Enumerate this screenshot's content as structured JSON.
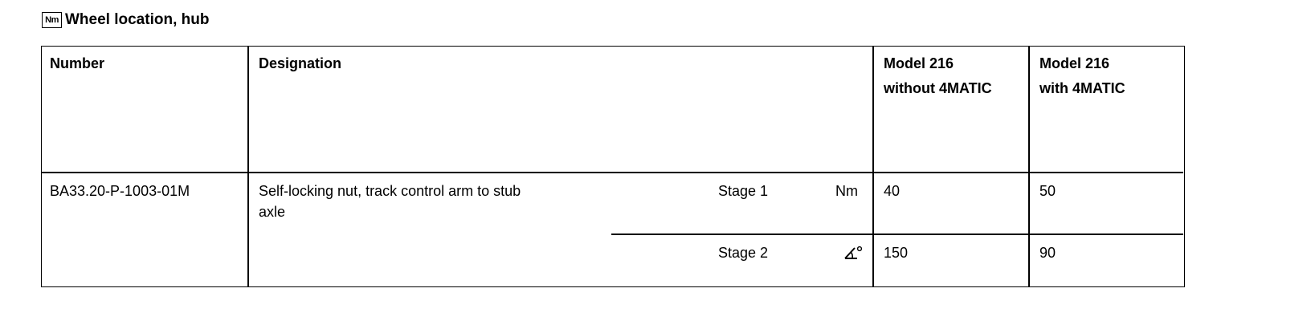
{
  "section": {
    "icon_label": "Nm",
    "title": "Wheel location, hub"
  },
  "table": {
    "headers": {
      "number": "Number",
      "designation": "Designation",
      "model_without_line1": "Model 216",
      "model_without_line2": "without 4MATIC",
      "model_with_line1": "Model 216",
      "model_with_line2": "with 4MATIC"
    },
    "row": {
      "number": "BA33.20-P-1003-01M",
      "designation_line1": "Self-locking nut, track control arm to stub",
      "designation_line2": "axle",
      "stages": [
        {
          "stage": "Stage 1",
          "unit": "Nm",
          "unit_icon": "",
          "without_4matic": "40",
          "with_4matic": "50"
        },
        {
          "stage": "Stage 2",
          "unit": "",
          "unit_icon": "angle-degree-icon",
          "without_4matic": "150",
          "with_4matic": "90"
        }
      ]
    }
  }
}
